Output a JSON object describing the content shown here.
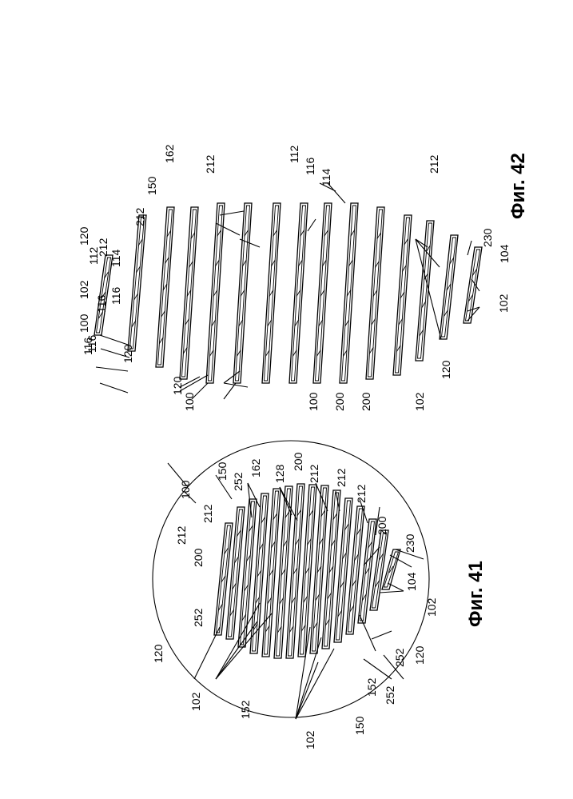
{
  "figures": {
    "fig41": {
      "caption": "Фиг. 41",
      "labels": [
        "252",
        "200",
        "212",
        "100",
        "212",
        "150",
        "252",
        "162",
        "128",
        "200",
        "212",
        "212",
        "212",
        "200",
        "230",
        "104",
        "102",
        "120",
        "252",
        "252",
        "152",
        "150",
        "102",
        "152",
        "102",
        "120"
      ]
    },
    "fig42": {
      "caption": "Фиг. 42",
      "labels": [
        "100",
        "102",
        "116",
        "112",
        "120",
        "212",
        "114",
        "116",
        "116",
        "212",
        "150",
        "162",
        "212",
        "112",
        "116",
        "114",
        "212",
        "230",
        "104",
        "102",
        "116",
        "120",
        "120",
        "100",
        "100",
        "200",
        "200",
        "102",
        "120"
      ]
    }
  }
}
